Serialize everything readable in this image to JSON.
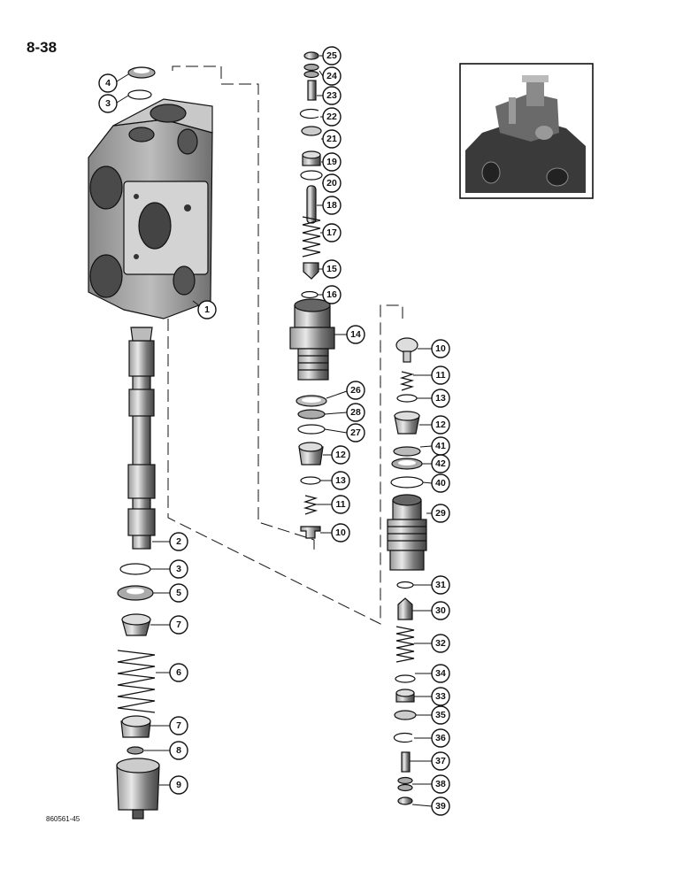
{
  "page": {
    "number": "8-38",
    "figure_code": "860561-45"
  },
  "callouts": {
    "c1": "1",
    "c2": "2",
    "c3a": "3",
    "c3b": "3",
    "c4": "4",
    "c5": "5",
    "c6": "6",
    "c7a": "7",
    "c7b": "7",
    "c8": "8",
    "c9": "9",
    "c10a": "10",
    "c10b": "10",
    "c11a": "11",
    "c11b": "11",
    "c12a": "12",
    "c12b": "12",
    "c13a": "13",
    "c13b": "13",
    "c14": "14",
    "c15": "15",
    "c16": "16",
    "c17": "17",
    "c18": "18",
    "c19": "19",
    "c20": "20",
    "c21": "21",
    "c22": "22",
    "c23": "23",
    "c24": "24",
    "c25": "25",
    "c26": "26",
    "c27": "27",
    "c28": "28",
    "c29": "29",
    "c30": "30",
    "c31": "31",
    "c32": "32",
    "c33": "33",
    "c34": "34",
    "c35": "35",
    "c36": "36",
    "c37": "37",
    "c38": "38",
    "c39": "39",
    "c40": "40",
    "c41": "41",
    "c42": "42"
  }
}
